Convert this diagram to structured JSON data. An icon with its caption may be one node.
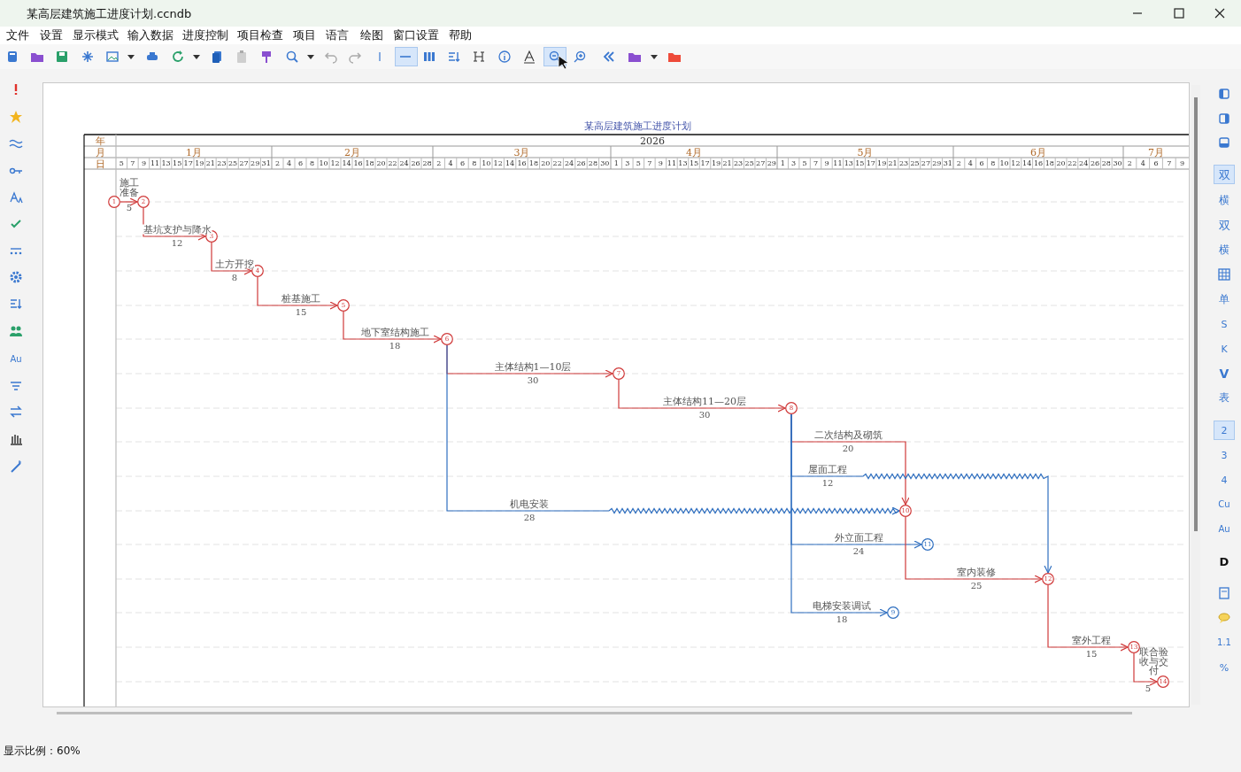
{
  "diagram": {
    "title": "某高层建筑施工进度计划",
    "nodes": [
      {
        "text": [
          "1"
        ]
      },
      {
        "text": [
          "2"
        ]
      },
      {
        "text": [
          "3"
        ]
      },
      {
        "text": [
          "4"
        ]
      },
      {
        "text": [
          "5"
        ]
      },
      {
        "text": [
          "6"
        ]
      },
      {
        "text": [
          "7"
        ]
      },
      {
        "text": [
          "8"
        ]
      },
      {
        "text": [
          "9"
        ]
      },
      {
        "text": [
          "10"
        ]
      },
      {
        "text": [
          "11"
        ]
      },
      {
        "text": [
          "12"
        ]
      },
      {
        "text": [
          "13"
        ]
      },
      {
        "text": [
          "14"
        ]
      }
    ],
    "edges": [
      {
        "from": 0,
        "to": 1,
        "arrow": "to",
        "label": "施工准备"
      },
      {
        "from": 1,
        "to": 2,
        "arrow": "to",
        "label": "基坑支护与降水"
      },
      {
        "from": 2,
        "to": 3,
        "arrow": "to",
        "label": "土方开挖"
      },
      {
        "from": 3,
        "to": 4,
        "arrow": "to",
        "label": "桩基施工"
      },
      {
        "from": 4,
        "to": 5,
        "arrow": "to",
        "label": "地下室结构施工"
      },
      {
        "from": 5,
        "to": 6,
        "arrow": "to",
        "label": "主体结构1—10层"
      },
      {
        "from": 6,
        "to": 7,
        "arrow": "to",
        "label": "主体结构11—20层"
      },
      {
        "from": 5,
        "to": 9,
        "arrow": "to",
        "label": "机电安装",
        "color": "#2f6fc0"
      },
      {
        "from": 7,
        "to": 9,
        "arrow": "to",
        "label": "二次结构及砌筑"
      },
      {
        "from": 7,
        "to": 11,
        "arrow": "to",
        "label": "屋面工程",
        "color": "#2f6fc0"
      },
      {
        "from": 7,
        "to": 10,
        "arrow": "to",
        "label": "外立面工程",
        "color": "#2f6fc0"
      },
      {
        "from": 9,
        "to": 11,
        "arrow": "to",
        "label": "室内装修"
      },
      {
        "from": 7,
        "to": 8,
        "arrow": "to",
        "label": "电梯安装调试",
        "color": "#2f6fc0"
      },
      {
        "from": 11,
        "to": 12,
        "arrow": "to",
        "label": "室外工程"
      },
      {
        "from": 12,
        "to": 13,
        "arrow": "to",
        "label": "联合验收与交付"
      }
    ],
    "labels": [
      "某高层建筑施工进度计划.ccndb",
      "文件",
      "设置",
      "显示模式",
      "输入数据",
      "进度控制",
      "项目检查",
      "项目",
      "语言",
      "绘图",
      "窗口设置",
      "帮助",
      "年",
      "2026",
      "月",
      "1月",
      "2月",
      "3月",
      "4月",
      "5月",
      "6月",
      "7月",
      "日",
      "5",
      "7",
      "9",
      "11",
      "13",
      "15",
      "17",
      "19",
      "21",
      "23",
      "25",
      "27",
      "29",
      "31",
      "2",
      "4",
      "6",
      "8",
      "10",
      "12",
      "14",
      "16",
      "18",
      "20",
      "22",
      "24",
      "26",
      "28",
      "2",
      "4",
      "6",
      "8",
      "10",
      "12",
      "14",
      "16",
      "18",
      "20",
      "22",
      "24",
      "26",
      "28",
      "30",
      "1",
      "3",
      "5",
      "7",
      "9",
      "11",
      "13",
      "15",
      "17",
      "19",
      "21",
      "23",
      "25",
      "27",
      "29",
      "1",
      "3",
      "5",
      "7",
      "9",
      "11",
      "13",
      "15",
      "17",
      "19",
      "21",
      "23",
      "25",
      "27",
      "29",
      "31",
      "2",
      "4",
      "6",
      "8",
      "10",
      "12",
      "14",
      "16",
      "18",
      "20",
      "22",
      "24",
      "26",
      "28",
      "30",
      "2",
      "4",
      "6",
      "7",
      "9",
      "5",
      "12",
      "8",
      "15",
      "18",
      "30",
      "30",
      "28",
      "20",
      "12",
      "24",
      "25",
      "18",
      "15",
      "5",
      "Au",
      "双",
      "横",
      "双",
      "横",
      "单",
      "S",
      "K",
      "V",
      "表",
      "2",
      "3",
      "4",
      "Cu",
      "Au",
      "D",
      "1.1",
      "%",
      "显示比例：60%"
    ]
  }
}
